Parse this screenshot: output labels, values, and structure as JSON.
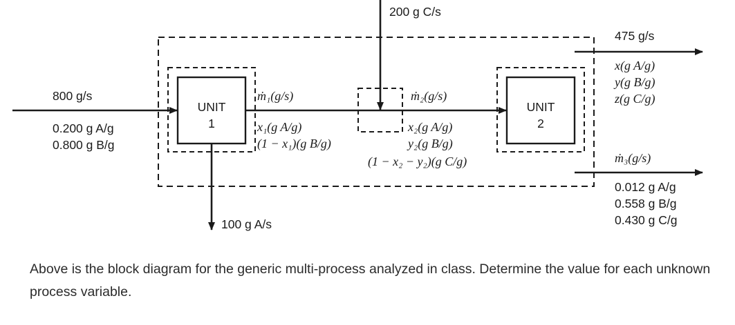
{
  "units": {
    "unit1": {
      "name": "UNIT",
      "number": "1"
    },
    "unit2": {
      "name": "UNIT",
      "number": "2"
    }
  },
  "streams": {
    "feed": {
      "rate": "800 g/s",
      "comp_a": "0.200 g A/g",
      "comp_b": "0.800 g B/g"
    },
    "side_in": {
      "rate": "200 g C/s"
    },
    "bottom_out": {
      "rate": "100 g A/s"
    },
    "stream1": {
      "rate": "ṁ₁(g/s)",
      "comp_a": "x₁(g A/g)",
      "comp_b": "(1 − x₁)(g B/g)"
    },
    "stream2": {
      "rate": "ṁ₂(g/s)",
      "comp_a": "x₂(g A/g)",
      "comp_b": "y₂(g B/g)",
      "comp_c": "(1 − x₂ − y₂)(g C/g)"
    },
    "top_out": {
      "rate": "475 g/s",
      "comp_a": "x(g A/g)",
      "comp_b": "y(g B/g)",
      "comp_c": "z(g C/g)"
    },
    "stream3": {
      "rate": "ṁ₃(g/s)",
      "comp_a": "0.012 g A/g",
      "comp_b": "0.558 g B/g",
      "comp_c": "0.430 g C/g"
    }
  },
  "caption": "Above is the block diagram for the generic multi-process analyzed in class.  Determine the value for each unknown process variable."
}
